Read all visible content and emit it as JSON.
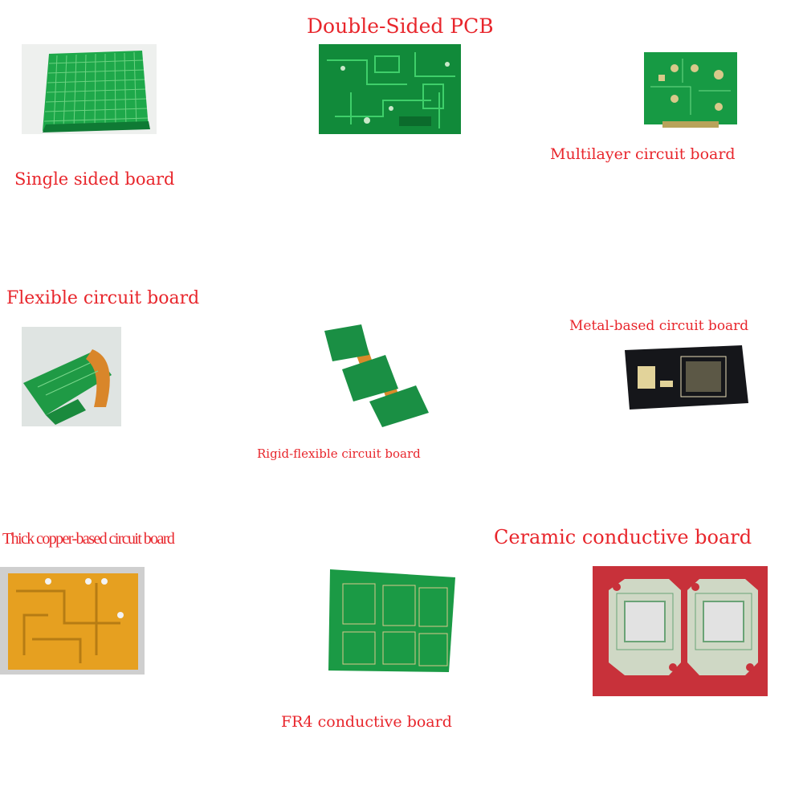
{
  "labels": {
    "double_sided": "Double-Sided PCB",
    "single_sided": "Single sided board",
    "multilayer": "Multilayer circuit board",
    "flexible": "Flexible circuit board",
    "metal_based": "Metal-based circuit board",
    "rigid_flexible": "Rigid-flexible circuit board",
    "thick_copper": "Thick copper-based circuit board",
    "ceramic": "Ceramic conductive board",
    "fr4": "FR4 conductive board"
  },
  "colors": {
    "label_red": "#e8262c",
    "pcb_green": "#16a34a",
    "copper_orange": "#e6a020",
    "black_pcb": "#15161a",
    "ceramic_red_bg": "#c8313a"
  }
}
